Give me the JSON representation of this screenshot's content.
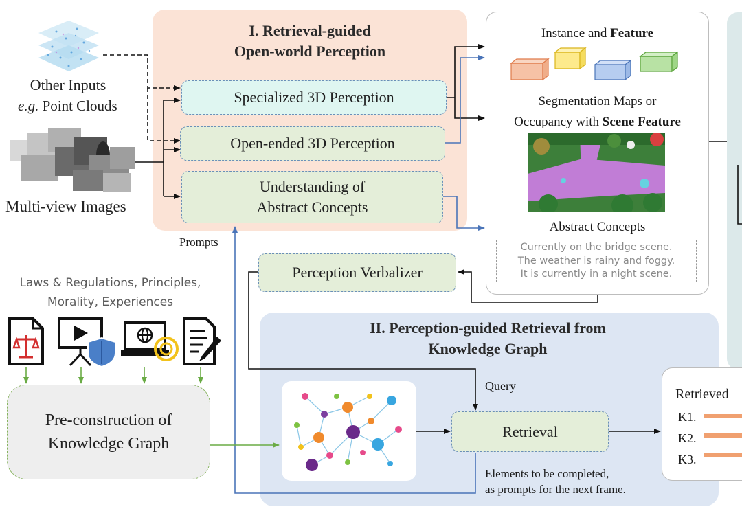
{
  "perception_panel": {
    "title_line1": "I. Retrieval-guided",
    "title_line2": "Open-world Perception"
  },
  "inputs": {
    "other_inputs": "Other Inputs",
    "point_clouds_prefix": "e.g.",
    "point_clouds": " Point Clouds",
    "multiview": "Multi-view Images"
  },
  "modules": {
    "specialized": "Specialized 3D Perception",
    "open_ended": "Open-ended 3D Perception",
    "abstract_line1": "Understanding of",
    "abstract_line2": "Abstract Concepts",
    "verbalizer": "Perception Verbalizer",
    "retrieval": "Retrieval",
    "kg_line1": "Pre-construction of",
    "kg_line2": "Knowledge Graph"
  },
  "labels": {
    "prompts": "Prompts",
    "query": "Query",
    "laws_line1": "Laws & Regulations, Principles,",
    "laws_line2": "Morality, Experiences",
    "elements_line1": "Elements to be completed,",
    "elements_line2": "as prompts for the next frame."
  },
  "output_panel": {
    "instance_prefix": "Instance and ",
    "instance_bold": "Feature",
    "seg_line1": "Segmentation Maps or",
    "seg_line2_prefix": "Occupancy with ",
    "seg_line2_bold": "Scene Feature",
    "abstract_title": "Abstract Concepts",
    "concepts": [
      "Currently on the bridge scene.",
      "The weather is rainy and foggy.",
      "It is currently in a night scene."
    ]
  },
  "retrieval_panel": {
    "title_line1": "II. Perception-guided Retrieval from",
    "title_line2": "Knowledge Graph"
  },
  "retrieved": {
    "title": "Retrieved",
    "items": [
      "K1.",
      "K2.",
      "K3."
    ]
  },
  "colors": {
    "perception_bg": "#fbe3d6",
    "retrieval_bg": "#dde6f3",
    "module_green": "#e4eed9",
    "module_cyan": "#dff6f1",
    "arrow_blue": "#4a74b8",
    "arrow_green": "#6aab45",
    "retrieved_bar": "#f0a070"
  },
  "icons": [
    "law-document-icon",
    "presentation-shield-icon",
    "laptop-globe-icon",
    "document-pen-icon"
  ]
}
